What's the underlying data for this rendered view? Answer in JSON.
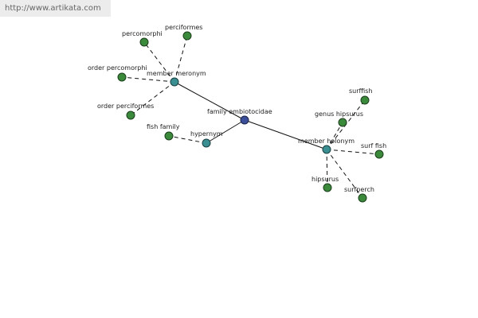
{
  "watermark": "http://www.artikata.com",
  "graph": {
    "center": {
      "label": "family embiotocidae"
    },
    "relations": {
      "member_meronym": {
        "label": "member meronym"
      },
      "hypernym": {
        "label": "hypernym"
      },
      "member_holonym": {
        "label": "member holonym"
      }
    },
    "leaves": {
      "percomorphi": {
        "label": "percomorphi"
      },
      "perciformes": {
        "label": "perciformes"
      },
      "order_percomorphi": {
        "label": "order percomorphi"
      },
      "order_perciformes": {
        "label": "order perciformes"
      },
      "fish_family": {
        "label": "fish family"
      },
      "surffish": {
        "label": "surffish"
      },
      "genus_hipsurus": {
        "label": "genus hipsurus"
      },
      "surf_fish": {
        "label": "surf fish"
      },
      "hipsurus": {
        "label": "hipsurus"
      },
      "surfperch": {
        "label": "surfperch"
      }
    },
    "colors": {
      "leaf": "#3b8a3b",
      "relation": "#3a8f92",
      "center": "#3b4e9a",
      "edge": "#111111"
    }
  }
}
